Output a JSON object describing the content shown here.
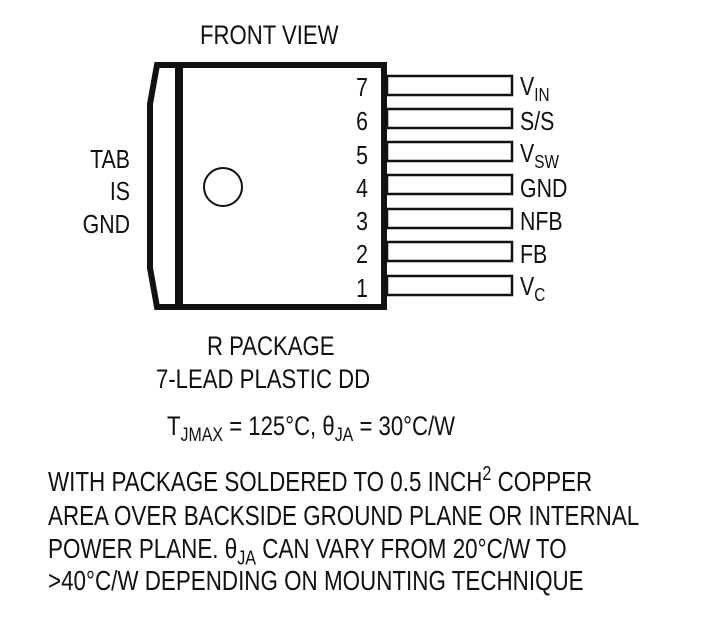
{
  "diagram": {
    "view_label": "FRONT VIEW",
    "tab_label": [
      "TAB",
      "IS",
      "GND"
    ],
    "pins": [
      {
        "number": "7",
        "name": "V",
        "sub": "IN"
      },
      {
        "number": "6",
        "name": "S/S",
        "sub": ""
      },
      {
        "number": "5",
        "name": "V",
        "sub": "SW"
      },
      {
        "number": "4",
        "name": "GND",
        "sub": ""
      },
      {
        "number": "3",
        "name": "NFB",
        "sub": ""
      },
      {
        "number": "2",
        "name": "FB",
        "sub": ""
      },
      {
        "number": "1",
        "name": "V",
        "sub": "C"
      }
    ],
    "package_name": "R PACKAGE",
    "package_type": "7-LEAD PLASTIC DD",
    "thermal": {
      "tjmax_symbol": "T",
      "tjmax_sub": "JMAX",
      "tjmax_value": " = 125°C, ",
      "theta_symbol": "θ",
      "theta_sub": "JA",
      "theta_value": " = 30°C/W"
    },
    "note": {
      "line1_a": "WITH PACKAGE SOLDERED TO 0.5 INCH",
      "line1_sup": "2",
      "line1_b": " COPPER",
      "line2": "AREA OVER BACKSIDE GROUND PLANE OR INTERNAL",
      "line3_a": "POWER PLANE. ",
      "line3_theta": "θ",
      "line3_sub": "JA",
      "line3_b": " CAN VARY FROM 20°C/W TO",
      "line4": ">40°C/W DEPENDING ON MOUNTING TECHNIQUE"
    },
    "colors": {
      "ink": "#111111",
      "background": "#ffffff"
    }
  }
}
